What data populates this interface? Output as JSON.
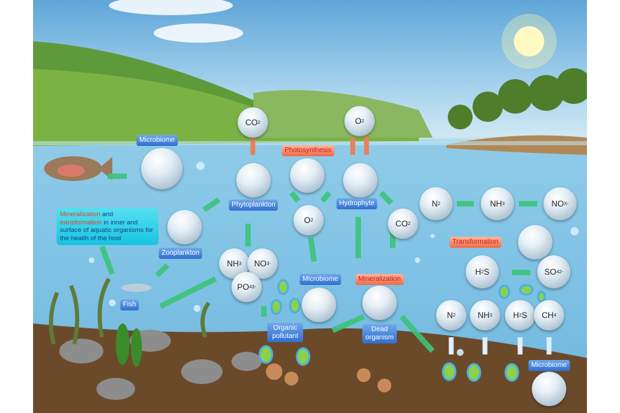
{
  "labels": {
    "microbiome_top": "Microbiome",
    "photosynthesis": "Photosynthesis",
    "phytoplankton": "Phytoplankton",
    "hydrophyte": "Hydrophyte",
    "zooplankton": "Zooplankton",
    "fish": "Fish",
    "microbiome_mid": "Microbiome",
    "mineralization": "Mineralization",
    "organic_pollutant": "Organic pollutant",
    "dead_organism": "Dead organism",
    "transformation": "Transformation",
    "microbiome_bottom": "Microbiome"
  },
  "note": {
    "part1": "Mineralization",
    "and": " and ",
    "part2": "transformation",
    "rest": " in inner and surface of aquatic organisms for the health of the host"
  },
  "bubbles": {
    "co2_top": {
      "main": "CO",
      "sub": "2",
      "sup": ""
    },
    "o2_top": {
      "main": "O",
      "sub": "2",
      "sup": ""
    },
    "o2_mid": {
      "main": "O",
      "sub": "2",
      "sup": ""
    },
    "co2_right": {
      "main": "CO",
      "sub": "2",
      "sup": ""
    },
    "nh3": {
      "main": "NH",
      "sub": "3",
      "sup": ""
    },
    "no3": {
      "main": "NO",
      "sub": "3",
      "sup": "-"
    },
    "po4": {
      "main": "PO",
      "sub": "4",
      "sup": "3-"
    },
    "n2_top": {
      "main": "N",
      "sub": "2",
      "sup": ""
    },
    "nh3_top": {
      "main": "NH",
      "sub": "3",
      "sup": ""
    },
    "nox_top": {
      "main": "NO",
      "sub": "X",
      "sup": "-"
    },
    "h2s": {
      "main": "H",
      "sub": "2",
      "sup": "",
      "tail": "S"
    },
    "so4": {
      "main": "SO",
      "sub": "4",
      "sup": "2-"
    },
    "n2_bot": {
      "main": "N",
      "sub": "2",
      "sup": ""
    },
    "nh3_bot": {
      "main": "NH",
      "sub": "3",
      "sup": ""
    },
    "h2s_bot": {
      "main": "H",
      "sub": "2",
      "sup": "",
      "tail": "S"
    },
    "ch4_bot": {
      "main": "CH",
      "sub": "4",
      "sup": ""
    }
  },
  "colors": {
    "arrow": "#3cc47a",
    "label_blue": "#2f6fd0",
    "label_red": "#f06a4a",
    "water": "#82c4e6",
    "sediment": "#6b4a2a"
  }
}
